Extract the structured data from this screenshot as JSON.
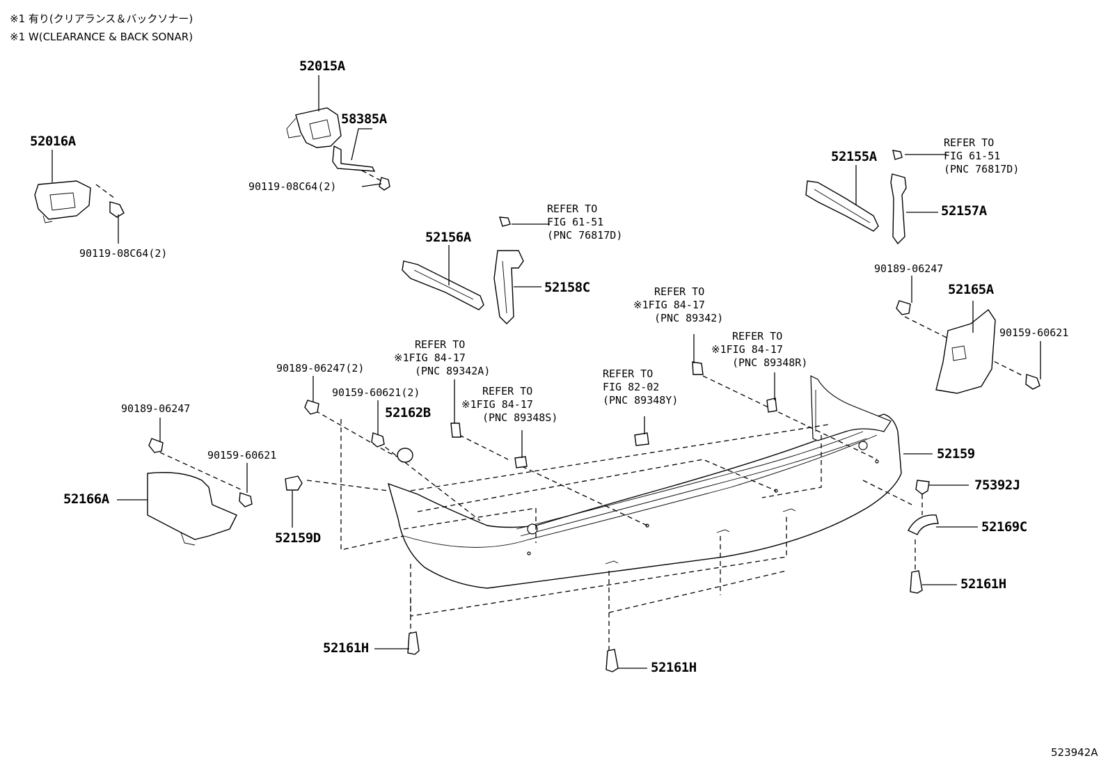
{
  "notes": {
    "line1": "※1 有り(クリアランス＆バックソナー)",
    "line2": "※1 W(CLEARANCE & BACK SONAR)"
  },
  "part_numbers": {
    "p52015A": "52015A",
    "p58385A": "58385A",
    "p52016A": "52016A",
    "bolt_52015": "90119-08C64(2)",
    "bolt_52016": "90119-08C64(2)",
    "p52156A": "52156A",
    "p52158C": "52158C",
    "p52155A": "52155A",
    "p52157A": "52157A",
    "p52165A": "52165A",
    "clip_90189_r": "90189-06247",
    "bolt_90159_r": "90159-60621",
    "clip_90189_2": "90189-06247(2)",
    "bolt_90159_2": "90159-60621(2)",
    "p52162B": "52162B",
    "clip_90189_l": "90189-06247",
    "bolt_90159_l": "90159-60621",
    "p52166A": "52166A",
    "p52159D": "52159D",
    "p52159": "52159",
    "p75392J": "75392J",
    "p52169C": "52169C",
    "p52161H_right": "52161H",
    "p52161H_left": "52161H",
    "p52161H_center": "52161H"
  },
  "references": {
    "ref_fig61_a": {
      "l1": "REFER TO",
      "l2": "FIG 61-51",
      "l3": "(PNC 76817D)"
    },
    "ref_fig61_b": {
      "l1": "REFER TO",
      "l2": "FIG 61-51",
      "l3": "(PNC 76817D)"
    },
    "ref_89342": {
      "l1": "REFER TO",
      "l2": "※1FIG 84-17",
      "l3": "(PNC 89342)"
    },
    "ref_89348R": {
      "l1": "REFER TO",
      "l2": "※1FIG 84-17",
      "l3": "(PNC 89348R)"
    },
    "ref_89342A": {
      "l1": "REFER TO",
      "l2": "※1FIG 84-17",
      "l3": "(PNC 89342A)"
    },
    "ref_89348S": {
      "l1": "REFER TO",
      "l2": "※1FIG 84-17",
      "l3": "(PNC 89348S)"
    },
    "ref_89348Y": {
      "l1": "REFER TO",
      "l2": "FIG 82-02",
      "l3": "(PNC 89348Y)"
    }
  },
  "figure_id": "523942A"
}
